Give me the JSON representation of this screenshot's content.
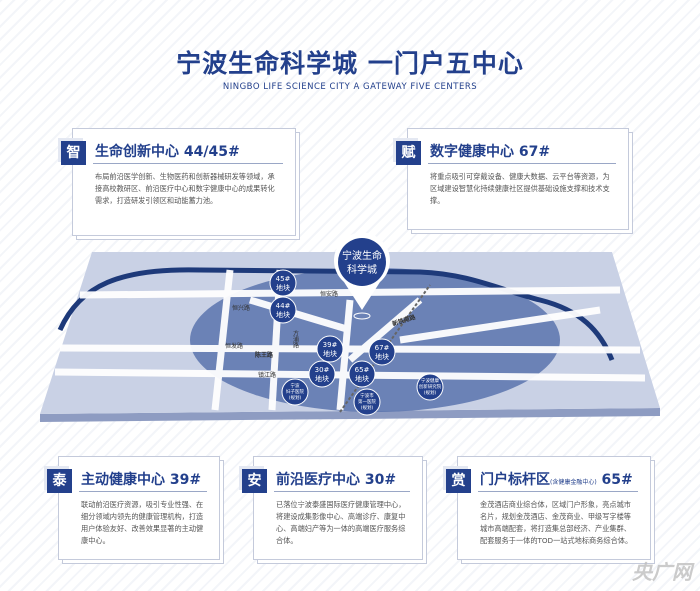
{
  "header": {
    "title": "宁波生命科学城  一门户五中心",
    "subtitle": "NINGBO LIFE SCIENCE CITY A GATEWAY FIVE CENTERS"
  },
  "cards": [
    {
      "badge": "智",
      "title": "生命创新中心 44/45#",
      "note": "",
      "body": "布局前沿医学创新、生物医药和创新器械研发等领域，承接高校教研区、前沿医疗中心和数字健康中心的成果转化需求，打造研发引领区和动能蓄力池。"
    },
    {
      "badge": "赋",
      "title": "数字健康中心 67#",
      "note": "",
      "body": "将重点吸引可穿戴设备、健康大数据、云平台等资源，为区域建设智慧化持续健康社区提供基础设施支撑和技术支撑。"
    },
    {
      "badge": "泰",
      "title": "主动健康中心 39#",
      "note": "",
      "body": "联动前沿医疗资源，吸引专业性强、在细分领域内领先的健康管理机构，打造用户体验友好、改善效果显著的主动健康中心。"
    },
    {
      "badge": "安",
      "title": "前沿医疗中心 30#",
      "note": "",
      "body": "已落位宁波泰盛国际医疗健康管理中心，将建设成集影像中心、高端诊疗、康复中心、高端妇产等为一体的高端医疗服务综合体。"
    },
    {
      "badge": "赏",
      "title": "门户标杆区",
      "note": "(含健康金融中心)",
      "title_suffix": " 65#",
      "body": "金茂酒店商业综合体，区域门户形象，亮点城市名片，规划金茂酒店、金茂商业、甲级写字楼等城市高端配套，将打造集总部经济、产业集群、配套服务于一体的TOD一站式地标商务综合体。"
    }
  ],
  "map": {
    "pin": {
      "line1": "宁波生命",
      "line2": "科学城"
    },
    "plots": [
      {
        "l1": "45#",
        "l2": "地块"
      },
      {
        "l1": "44#",
        "l2": "地块"
      },
      {
        "l1": "39#",
        "l2": "地块"
      },
      {
        "l1": "30#",
        "l2": "地块"
      },
      {
        "l1": "67#",
        "l2": "地块"
      },
      {
        "l1": "65#",
        "l2": "地块"
      }
    ],
    "hospitals": [
      {
        "l1": "宁波",
        "l2": "妇子医院",
        "l3": "(规划)"
      },
      {
        "l1": "宁波市",
        "l2": "第一医院",
        "l3": "(规划)"
      },
      {
        "l1": "宁波健康",
        "l2": "创新研究院",
        "l3": "(规划)"
      }
    ],
    "roads": [
      "恒安路",
      "恒兴路",
      "恒发路",
      "陈王路",
      "镇江路",
      "方浦路",
      "新铁南路"
    ],
    "colors": {
      "river": "#1e3a7a",
      "zone": "#5b74ae",
      "land": "#c9d1e5",
      "pin": "#23408c"
    }
  },
  "watermark": "央广网"
}
